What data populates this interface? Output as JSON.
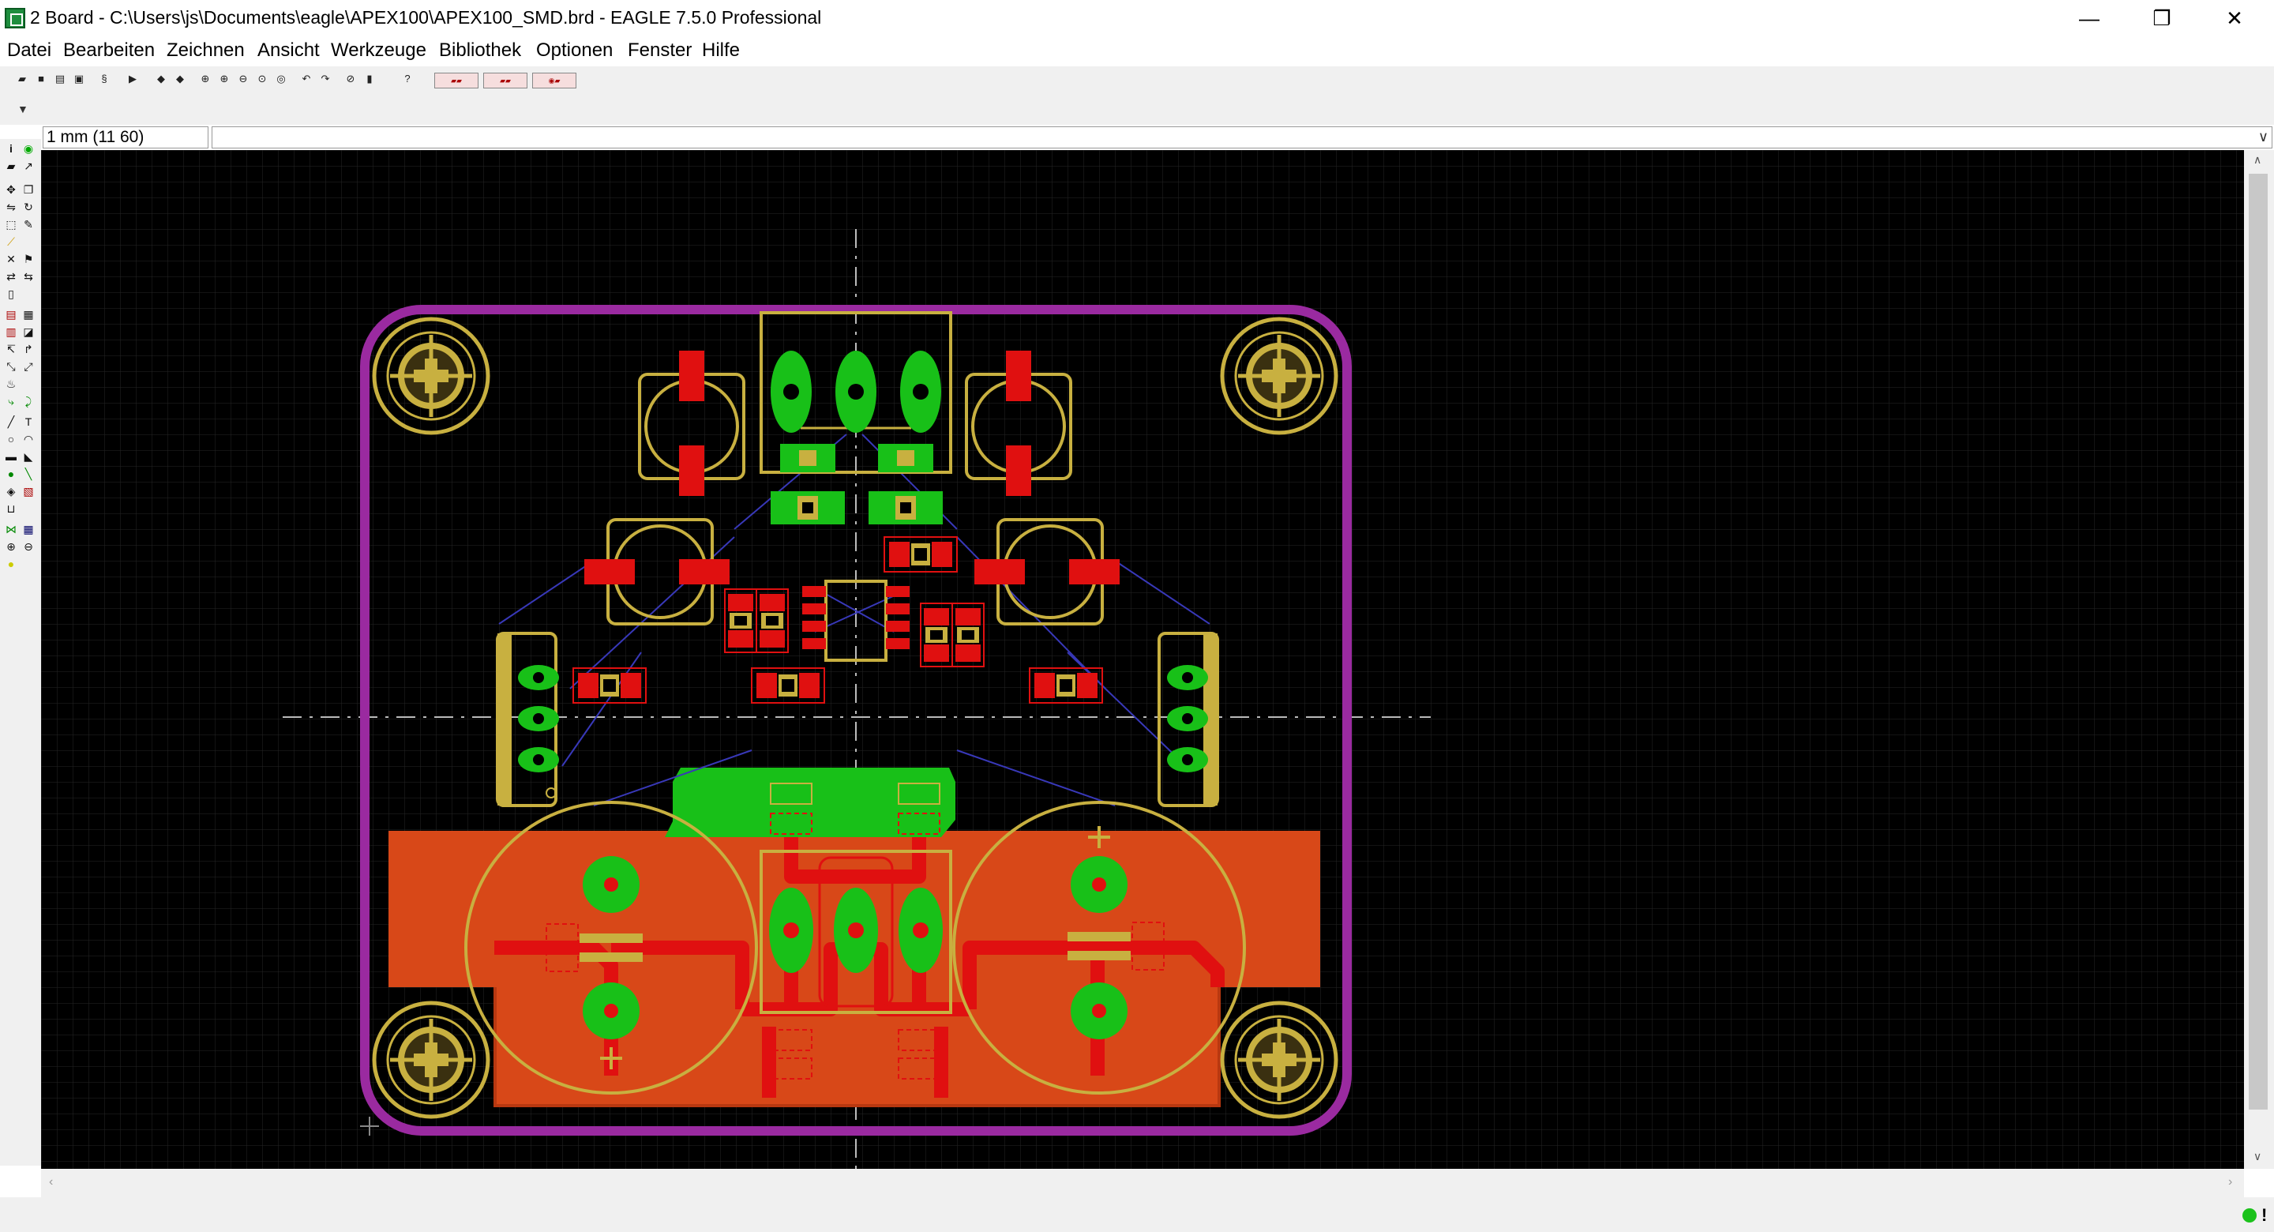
{
  "window": {
    "title": "2 Board - C:\\Users\\js\\Documents\\eagle\\APEX100\\APEX100_SMD.brd - EAGLE 7.5.0 Professional",
    "minimize_glyph": "—",
    "restore_glyph": "❐",
    "close_glyph": "✕"
  },
  "menu": {
    "items": [
      "Datei",
      "Bearbeiten",
      "Zeichnen",
      "Ansicht",
      "Werkzeuge",
      "Bibliothek",
      "Optionen",
      "Fenster",
      "Hilfe"
    ]
  },
  "toolbar": {
    "icons": [
      "open-icon",
      "save-icon",
      "print-icon",
      "cam-icon",
      "script-icon",
      "run-icon",
      "ulp-icon",
      "ulp-icon",
      "zoom-fit-icon",
      "zoom-in-icon",
      "zoom-out-icon",
      "zoom-select-icon",
      "redraw-icon",
      "undo-icon",
      "redo-icon",
      "stop-icon",
      "go-icon",
      "help-icon"
    ],
    "undo_glyph": "↶",
    "redo_glyph": "↷",
    "help_glyph": "?"
  },
  "param_toolbar": {
    "dropdown_glyph": "▼"
  },
  "command": {
    "coordinate_readout": "1 mm (11 60)",
    "dropdown_glyph": "∨"
  },
  "tools": {
    "info_glyph": "i",
    "text_glyph": "T"
  },
  "status": {
    "indicator_color": "#1cc21c",
    "alert_glyph": "!"
  },
  "colors": {
    "canvas_bg": "#000000",
    "grid": "#2a2a2a",
    "board_outline": "#9a2aa0",
    "silkscreen": "#c8b040",
    "top_copper": "#e01010",
    "bottom_copper": "#d84818",
    "pads_vias": "#18c018",
    "ratsnest": "#4040c0",
    "origin_lines": "#cccccc"
  }
}
